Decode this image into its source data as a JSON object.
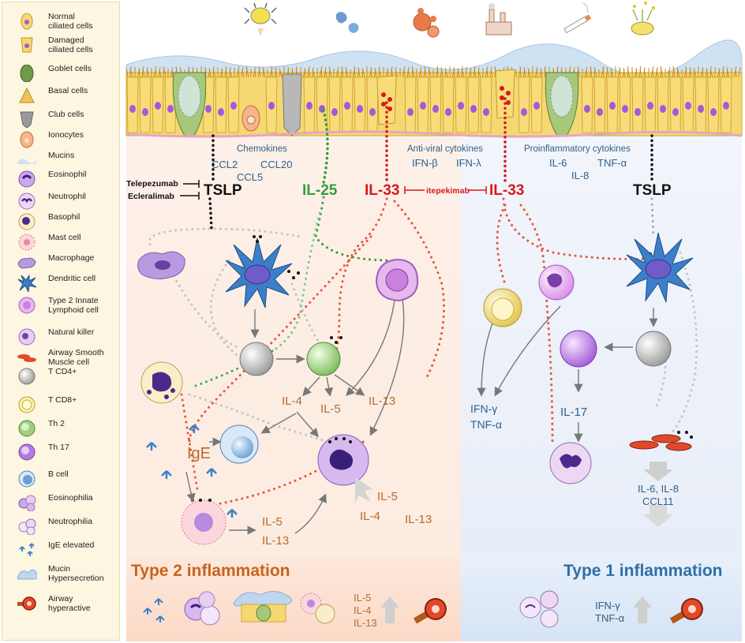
{
  "legend": {
    "items": [
      {
        "label": "Normal\nciliated cells",
        "icon": "ciliated-cell-icon"
      },
      {
        "label": "Damaged\nciliated cells",
        "icon": "damaged-ciliated-cell-icon"
      },
      {
        "label": "Goblet cells",
        "icon": "goblet-cell-icon"
      },
      {
        "label": "Basal cells",
        "icon": "basal-cell-icon"
      },
      {
        "label": "Club cells",
        "icon": "club-cell-icon"
      },
      {
        "label": "Ionocytes",
        "icon": "ionocyte-icon"
      },
      {
        "label": "Mucins",
        "icon": "mucin-icon"
      },
      {
        "label": "Eosinophil",
        "icon": "eosinophil-icon"
      },
      {
        "label": "Neutrophil",
        "icon": "neutrophil-icon"
      },
      {
        "label": "Basophil",
        "icon": "basophil-icon"
      },
      {
        "label": "Mast cell",
        "icon": "mast-cell-icon"
      },
      {
        "label": "Macrophage",
        "icon": "macrophage-icon"
      },
      {
        "label": "Dendritic cell",
        "icon": "dendritic-cell-icon"
      },
      {
        "label": "Type 2 Innate\nLymphoid cell",
        "icon": "ilc2-icon"
      },
      {
        "label": "Natural killer",
        "icon": "natural-killer-icon"
      },
      {
        "label": "Airway Smooth\nMuscle cell",
        "icon": "smooth-muscle-icon"
      },
      {
        "label": "T CD4+",
        "icon": "t-cd4-icon"
      },
      {
        "label": "T CD8+",
        "icon": "t-cd8-icon"
      },
      {
        "label": "Th 2",
        "icon": "th2-icon"
      },
      {
        "label": "Th 17",
        "icon": "th17-icon"
      },
      {
        "label": "B cell",
        "icon": "b-cell-icon"
      },
      {
        "label": "Eosinophilia",
        "icon": "eosinophilia-icon"
      },
      {
        "label": "Neutrophilia",
        "icon": "neutrophilia-icon"
      },
      {
        "label": "IgE elevated",
        "icon": "ige-elevated-icon"
      },
      {
        "label": "Mucin\nHypersecretion",
        "icon": "mucin-hypersecretion-icon"
      },
      {
        "label": "Airway\nhyperactive",
        "icon": "airway-hyperactive-icon"
      }
    ]
  },
  "epithelium": {
    "chemokines_title": "Chemokines",
    "chemokines": [
      "CCL2",
      "CCL5",
      "CCL20"
    ],
    "antiviral_title": "Anti-viral cytokines",
    "antiviral": [
      "IFN-β",
      "IFN-λ"
    ],
    "proinflammatory_title": "Proinflammatory cytokines",
    "proinflammatory": [
      "IL-6",
      "IL-8",
      "TNF-α"
    ]
  },
  "alarmins": {
    "tslp_left": "TSLP",
    "il25": "IL-25",
    "il33_left": "IL-33",
    "il33_right": "IL-33",
    "tslp_right": "TSLP"
  },
  "drugs": {
    "tezepelumab": "Telepezumab",
    "ecleralimab": "Ecleralimab",
    "itepekimab": "itepekimab"
  },
  "type2": {
    "il4": "IL-4",
    "il5": "IL-5",
    "il13": "IL-13",
    "ige": "IgE",
    "mast_il5": "IL-5",
    "mast_il13": "IL-13",
    "eos_il5": "IL-5",
    "eos_il4": "IL-4",
    "eos_il13": "IL-13",
    "title": "Type 2 inflammation",
    "footer_cytokines": [
      "IL-5",
      "IL-4",
      "IL-13"
    ]
  },
  "type1": {
    "ifn": "IFN-γ",
    "tnf": "TNF-α",
    "il17": "IL-17",
    "smooth_out1": "IL-6, IL-8",
    "smooth_out2": "CCL11",
    "title": "Type 1 inflammation",
    "footer_cytokines": [
      "IFN-γ",
      "TNF-α"
    ]
  },
  "colors": {
    "type2_text": "#c8641e",
    "type1_text": "#2e6fa8",
    "il25_green": "#2ea03c",
    "il33_red": "#d7191c",
    "cytokine_brown": "#b86b2c",
    "cytokine_blue": "#305f8a"
  }
}
